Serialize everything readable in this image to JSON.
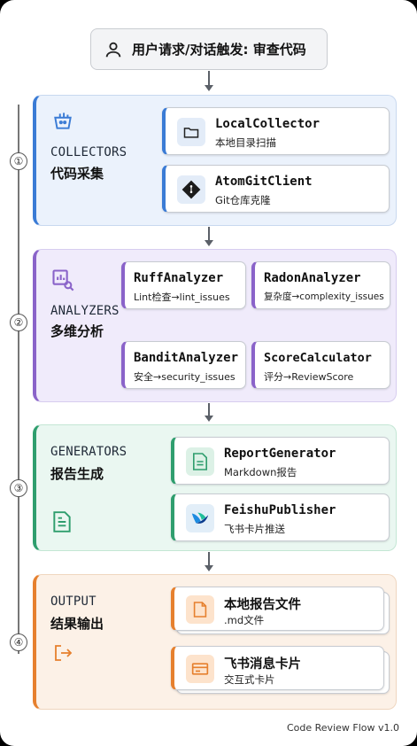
{
  "trigger": {
    "label": "用户请求/对话触发: 审查代码"
  },
  "steps": [
    "①",
    "②",
    "③",
    "④"
  ],
  "collectors": {
    "title_en": "COLLECTORS",
    "title_cn": "代码采集",
    "items": [
      {
        "name": "LocalCollector",
        "desc": "本地目录扫描"
      },
      {
        "name": "AtomGitClient",
        "desc": "Git仓库克隆"
      }
    ]
  },
  "analyzers": {
    "title_en": "ANALYZERS",
    "title_cn": "多维分析",
    "items": [
      {
        "name": "RuffAnalyzer",
        "desc": "Lint检查→lint_issues"
      },
      {
        "name": "RadonAnalyzer",
        "desc": "复杂度→complexity_issues"
      },
      {
        "name": "BanditAnalyzer",
        "desc": "安全→security_issues"
      },
      {
        "name": "ScoreCalculator",
        "desc": "评分→ReviewScore"
      }
    ]
  },
  "generators": {
    "title_en": "GENERATORS",
    "title_cn": "报告生成",
    "items": [
      {
        "name": "ReportGenerator",
        "desc": "Markdown报告"
      },
      {
        "name": "FeishuPublisher",
        "desc": "飞书卡片推送"
      }
    ]
  },
  "output": {
    "title_en": "OUTPUT",
    "title_cn": "结果输出",
    "items": [
      {
        "name": "本地报告文件",
        "desc": ".md文件"
      },
      {
        "name": "飞书消息卡片",
        "desc": "交互式卡片"
      }
    ]
  },
  "footer": "Code Review Flow v1.0",
  "colors": {
    "collectors": "#3a7bd5",
    "analyzers": "#8a63c9",
    "generators": "#2f9e6e",
    "output": "#e6802e"
  }
}
